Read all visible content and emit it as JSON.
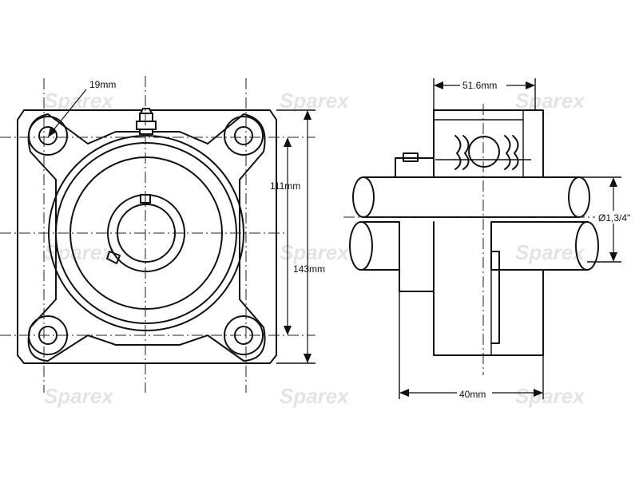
{
  "dimensions": {
    "bolt_hole": "19mm",
    "bolt_spacing": "111mm",
    "housing_size": "143mm",
    "bearing_width": "51.6mm",
    "bore_diameter": "Ø1,3/4\"",
    "base_width": "40mm"
  },
  "watermark": {
    "text": "Sparex"
  }
}
